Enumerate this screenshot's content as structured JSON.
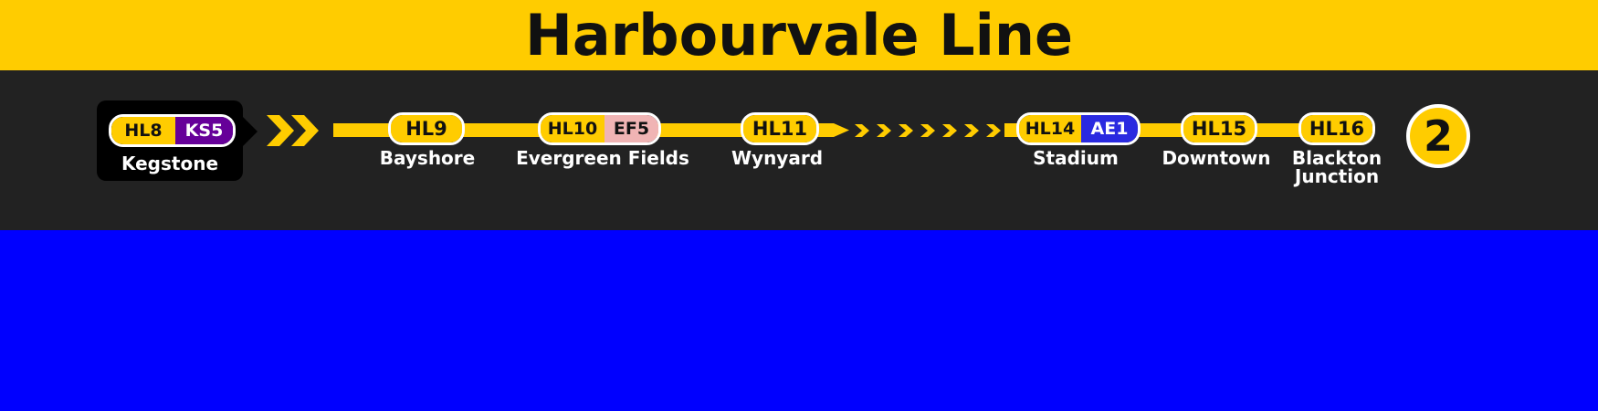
{
  "title": "Harbourvale Line",
  "colors": {
    "line_yellow": "#ffcc00",
    "panel_dark": "#222222",
    "lower_blue": "#0000ff",
    "interchange_ks": "#660099",
    "interchange_ef": "#f0b4b4",
    "interchange_ae": "#2a2ae0"
  },
  "current_station": {
    "codes": [
      "HL8",
      "KS5"
    ],
    "name": "Kegstone"
  },
  "stations": [
    {
      "codes": [
        "HL9"
      ],
      "name": "Bayshore"
    },
    {
      "codes": [
        "HL10",
        "EF5"
      ],
      "name": "Evergreen Fields"
    },
    {
      "codes": [
        "HL11"
      ],
      "name": "Wynyard"
    },
    {
      "codes": [
        "HL14",
        "AE1"
      ],
      "name": "Stadium"
    },
    {
      "codes": [
        "HL15"
      ],
      "name": "Downtown"
    },
    {
      "codes": [
        "HL16"
      ],
      "name_line1": "Blackton",
      "name_line2": "Junction"
    }
  ],
  "platform_badge": "2"
}
